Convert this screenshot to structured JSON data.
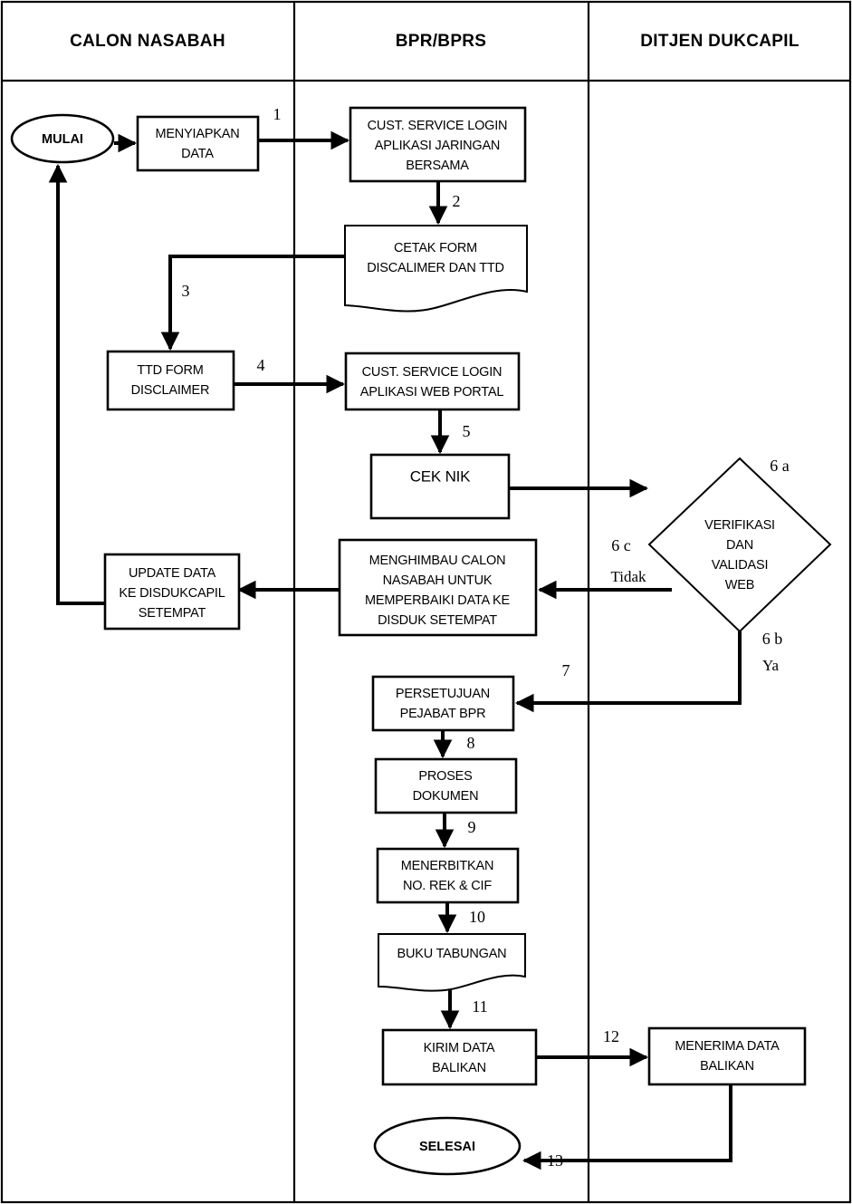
{
  "diagram": {
    "title_row": {
      "columns": [
        {
          "id": "col-calon-nasabah",
          "label": "CALON NASABAH"
        },
        {
          "id": "col-bpr-bprs",
          "label": "BPR/BPRS"
        },
        {
          "id": "col-ditjen-dukcapil",
          "label": "DITJEN DUKCAPIL"
        }
      ]
    },
    "nodes": {
      "mulai": {
        "label": "MULAI",
        "shape": "terminator"
      },
      "menyiapkan_data": {
        "line1": "MENYIAPKAN",
        "line2": "DATA",
        "shape": "process"
      },
      "cust_service_login_jaringan": {
        "line1": "CUST. SERVICE LOGIN",
        "line2": "APLIKASI JARINGAN",
        "line3": "BERSAMA",
        "shape": "process"
      },
      "cetak_form": {
        "line1": "CETAK FORM",
        "line2": "DISCALIMER DAN TTD",
        "shape": "document"
      },
      "ttd_form": {
        "line1": "TTD FORM",
        "line2": "DISCLAIMER",
        "shape": "process"
      },
      "cust_service_login_web": {
        "line1": "CUST. SERVICE LOGIN",
        "line2": "APLIKASI WEB PORTAL",
        "shape": "process"
      },
      "cek_nik": {
        "line1": "CEK NIK",
        "shape": "process"
      },
      "verifikasi": {
        "line1": "VERIFIKASI",
        "line2": "DAN",
        "line3": "VALIDASI",
        "line4": "WEB",
        "shape": "decision"
      },
      "menghimbau": {
        "line1": "MENGHIMBAU CALON",
        "line2": "NASABAH UNTUK",
        "line3": "MEMPERBAIKI DATA KE",
        "line4": "DISDUK SETEMPAT",
        "shape": "process"
      },
      "update_data": {
        "line1": "UPDATE DATA",
        "line2": "KE DISDUKCAPIL",
        "line3": "SETEMPAT",
        "shape": "process"
      },
      "persetujuan": {
        "line1": "PERSETUJUAN",
        "line2": "PEJABAT BPR",
        "shape": "process"
      },
      "proses_dokumen": {
        "line1": "PROSES",
        "line2": "DOKUMEN",
        "shape": "process"
      },
      "menerbitkan": {
        "line1": "MENERBITKAN",
        "line2": "NO. REK & CIF",
        "shape": "process"
      },
      "buku_tabungan": {
        "line1": "BUKU TABUNGAN",
        "shape": "document"
      },
      "kirim_data": {
        "line1": "KIRIM DATA",
        "line2": "BALIKAN",
        "shape": "process"
      },
      "menerima_data": {
        "line1": "MENERIMA DATA",
        "line2": "BALIKAN",
        "shape": "process"
      },
      "selesai": {
        "label": "SELESAI",
        "shape": "terminator"
      }
    },
    "edge_labels": {
      "e1": "1",
      "e2": "2",
      "e3": "3",
      "e4": "4",
      "e5": "5",
      "e6a": "6 a",
      "e6b": "6 b",
      "e6b_yes": "Ya",
      "e6c": "6 c",
      "e6c_no": "Tidak",
      "e7": "7",
      "e8": "8",
      "e9": "9",
      "e10": "10",
      "e11": "11",
      "e12": "12",
      "e13": "13"
    },
    "colors": {
      "stroke": "#000000",
      "background": "#ffffff",
      "text": "#000000"
    }
  }
}
